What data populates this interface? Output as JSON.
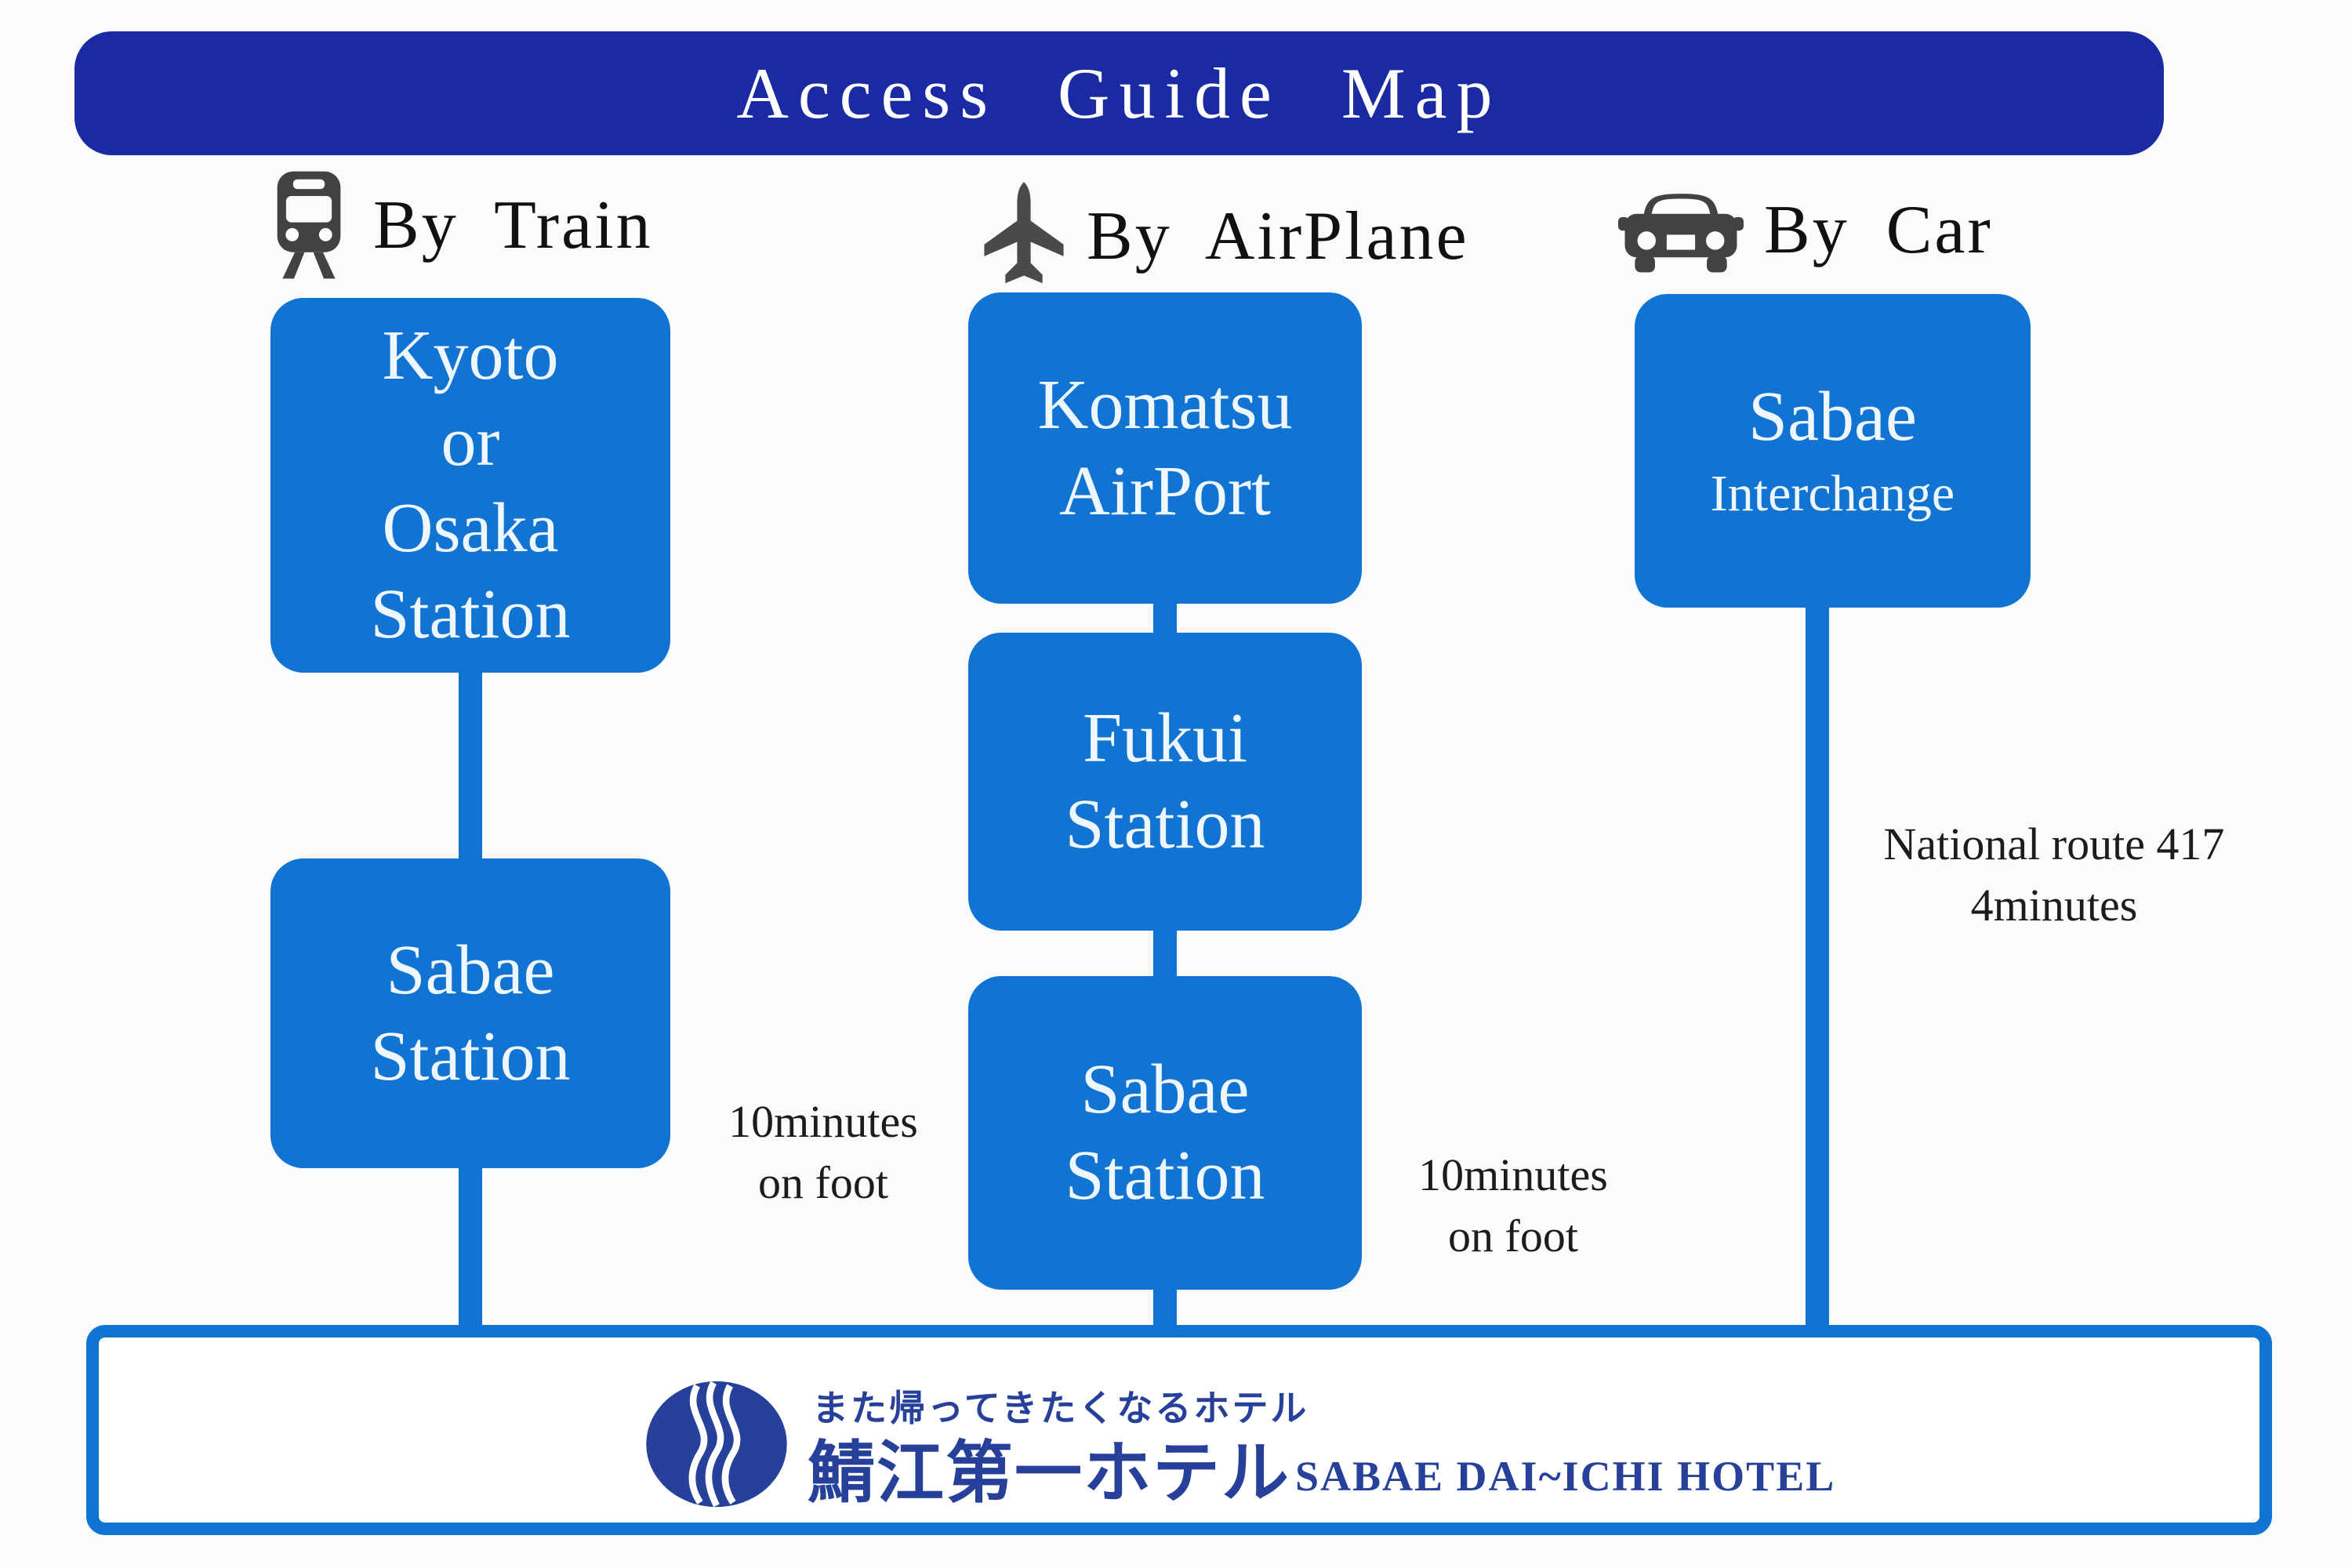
{
  "title": "Access Guide Map",
  "colors": {
    "header_blue": "#1a2aa3",
    "box_blue": "#1274d2",
    "logo_blue": "#27419b",
    "icon_gray": "#424242",
    "note_text": "#1c1c1c"
  },
  "columns": [
    {
      "mode": "By Train",
      "icon": "train-icon",
      "boxes": [
        {
          "lines": [
            "Kyoto",
            "or",
            "Osaka",
            "Station"
          ]
        },
        {
          "lines": [
            "Sabae",
            "Station"
          ]
        }
      ],
      "note": {
        "lines": [
          "10minutes",
          "on foot"
        ]
      }
    },
    {
      "mode": "By AirPlane",
      "icon": "airplane-icon",
      "boxes": [
        {
          "lines": [
            "Komatsu",
            "AirPort"
          ]
        },
        {
          "lines": [
            "Fukui",
            "Station"
          ]
        },
        {
          "lines": [
            "Sabae",
            "Station"
          ]
        }
      ],
      "note": {
        "lines": [
          "10minutes",
          "on foot"
        ]
      }
    },
    {
      "mode": "By Car",
      "icon": "car-icon",
      "boxes": [
        {
          "lines": [
            "Sabae",
            "Interchange"
          ]
        }
      ],
      "note": {
        "lines": [
          "National route 417",
          "4minutes"
        ]
      }
    }
  ],
  "footer": {
    "tagline": "また帰ってきたくなるホテル",
    "hotel_name_jp": "鯖江第一ホテル",
    "hotel_name_en": "SABAE DAI~ICHI HOTEL"
  }
}
